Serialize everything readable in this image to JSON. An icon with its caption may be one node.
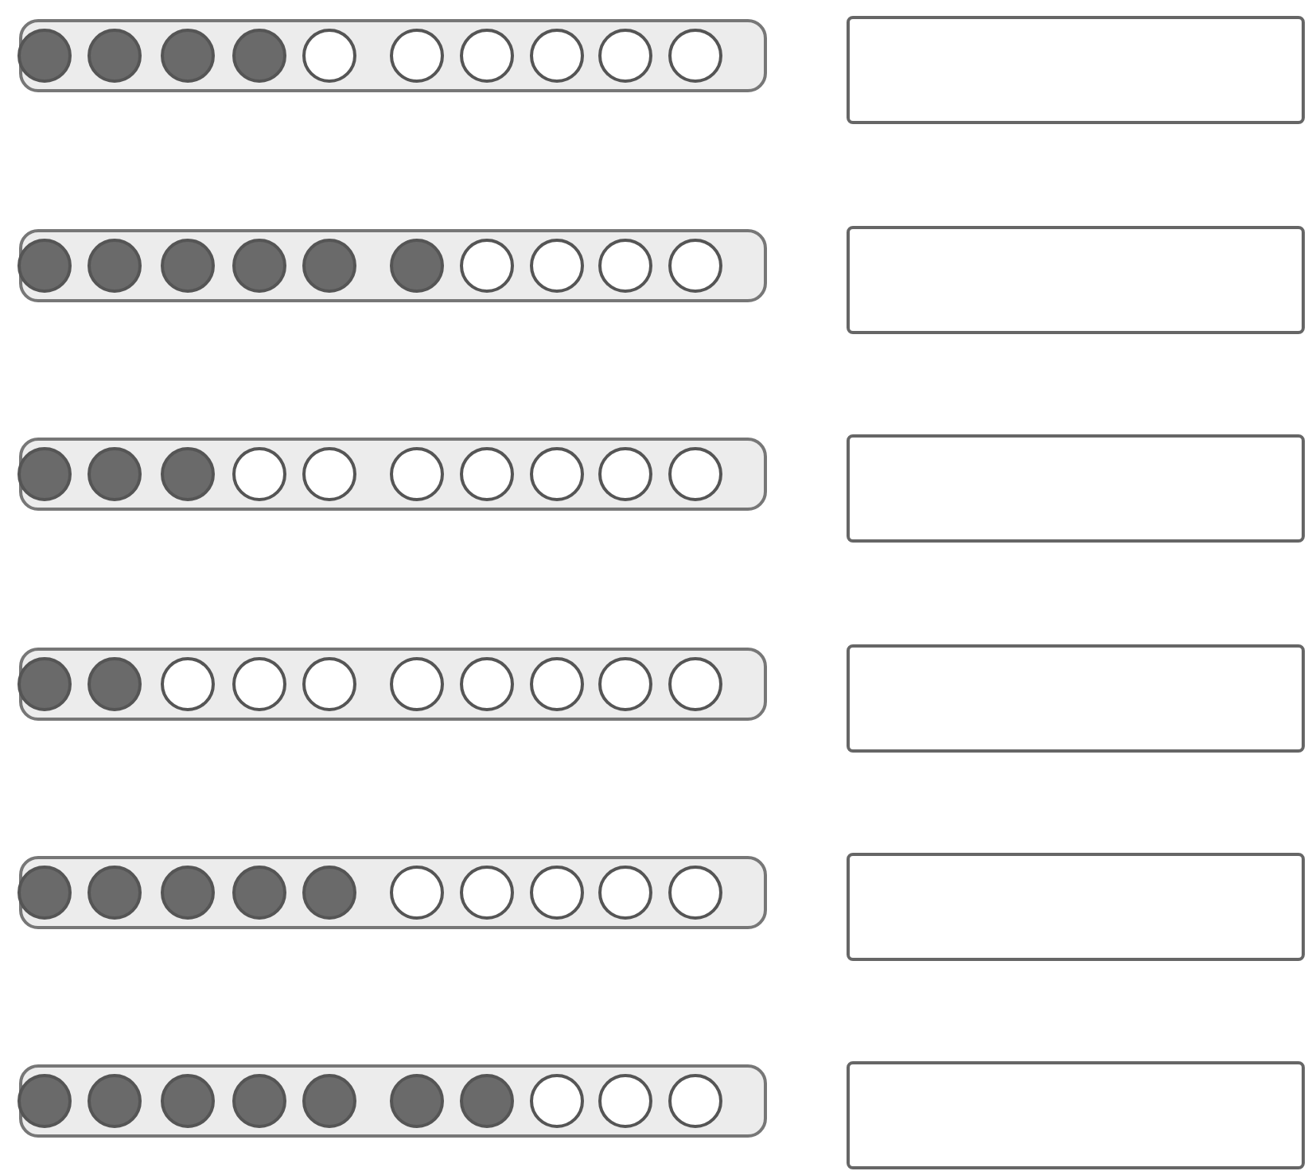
{
  "diagram": {
    "nodes": [
      {
        "text": [],
        "shape": "bar"
      },
      {
        "text": [],
        "shape": "dot",
        "in": 0
      },
      {
        "text": [],
        "shape": "dot",
        "in": 0
      },
      {
        "text": [],
        "shape": "dot",
        "in": 0
      },
      {
        "text": [],
        "shape": "dot",
        "in": 0
      },
      {
        "text": [],
        "shape": "circle",
        "in": 0
      },
      {
        "text": [],
        "shape": "circle",
        "in": 0
      },
      {
        "text": [],
        "shape": "circle",
        "in": 0
      },
      {
        "text": [],
        "shape": "circle",
        "in": 0
      },
      {
        "text": [],
        "shape": "circle",
        "in": 0
      },
      {
        "text": [],
        "shape": "circle",
        "in": 0
      },
      {
        "text": [],
        "shape": "box"
      },
      {
        "text": [],
        "shape": "bar"
      },
      {
        "text": [],
        "shape": "dot",
        "in": 12
      },
      {
        "text": [],
        "shape": "dot",
        "in": 12
      },
      {
        "text": [],
        "shape": "dot",
        "in": 12
      },
      {
        "text": [],
        "shape": "dot",
        "in": 12
      },
      {
        "text": [],
        "shape": "dot",
        "in": 12
      },
      {
        "text": [],
        "shape": "dot",
        "in": 12
      },
      {
        "text": [],
        "shape": "circle",
        "in": 12
      },
      {
        "text": [],
        "shape": "circle",
        "in": 12
      },
      {
        "text": [],
        "shape": "circle",
        "in": 12
      },
      {
        "text": [],
        "shape": "circle",
        "in": 12
      },
      {
        "text": [],
        "shape": "box"
      },
      {
        "text": [],
        "shape": "bar"
      },
      {
        "text": [],
        "shape": "dot",
        "in": 24
      },
      {
        "text": [],
        "shape": "dot",
        "in": 24
      },
      {
        "text": [],
        "shape": "dot",
        "in": 24
      },
      {
        "text": [],
        "shape": "circle",
        "in": 24
      },
      {
        "text": [],
        "shape": "circle",
        "in": 24
      },
      {
        "text": [],
        "shape": "circle",
        "in": 24
      },
      {
        "text": [],
        "shape": "circle",
        "in": 24
      },
      {
        "text": [],
        "shape": "circle",
        "in": 24
      },
      {
        "text": [],
        "shape": "circle",
        "in": 24
      },
      {
        "text": [],
        "shape": "circle",
        "in": 24
      },
      {
        "text": [],
        "shape": "box"
      },
      {
        "text": [],
        "shape": "bar"
      },
      {
        "text": [],
        "shape": "dot",
        "in": 36
      },
      {
        "text": [],
        "shape": "dot",
        "in": 36
      },
      {
        "text": [],
        "shape": "circle",
        "in": 36
      },
      {
        "text": [],
        "shape": "circle",
        "in": 36
      },
      {
        "text": [],
        "shape": "circle",
        "in": 36
      },
      {
        "text": [],
        "shape": "circle",
        "in": 36
      },
      {
        "text": [],
        "shape": "circle",
        "in": 36
      },
      {
        "text": [],
        "shape": "circle",
        "in": 36
      },
      {
        "text": [],
        "shape": "circle",
        "in": 36
      },
      {
        "text": [],
        "shape": "circle",
        "in": 36
      },
      {
        "text": [],
        "shape": "box"
      },
      {
        "text": [],
        "shape": "bar"
      },
      {
        "text": [],
        "shape": "dot",
        "in": 48
      },
      {
        "text": [],
        "shape": "dot",
        "in": 48
      },
      {
        "text": [],
        "shape": "dot",
        "in": 48
      },
      {
        "text": [],
        "shape": "dot",
        "in": 48
      },
      {
        "text": [],
        "shape": "dot",
        "in": 48
      },
      {
        "text": [],
        "shape": "circle",
        "in": 48
      },
      {
        "text": [],
        "shape": "circle",
        "in": 48
      },
      {
        "text": [],
        "shape": "circle",
        "in": 48
      },
      {
        "text": [],
        "shape": "circle",
        "in": 48
      },
      {
        "text": [],
        "shape": "circle",
        "in": 48
      },
      {
        "text": [],
        "shape": "box"
      },
      {
        "text": [],
        "shape": "bar"
      },
      {
        "text": [],
        "shape": "dot",
        "in": 60
      },
      {
        "text": [],
        "shape": "dot",
        "in": 60
      },
      {
        "text": [],
        "shape": "dot",
        "in": 60
      },
      {
        "text": [],
        "shape": "dot",
        "in": 60
      },
      {
        "text": [],
        "shape": "dot",
        "in": 60
      },
      {
        "text": [],
        "shape": "dot",
        "in": 60
      },
      {
        "text": [],
        "shape": "dot",
        "in": 60
      },
      {
        "text": [],
        "shape": "circle",
        "in": 60
      },
      {
        "text": [],
        "shape": "circle",
        "in": 60
      },
      {
        "text": [],
        "shape": "circle",
        "in": 60
      },
      {
        "text": [],
        "shape": "box"
      }
    ]
  }
}
